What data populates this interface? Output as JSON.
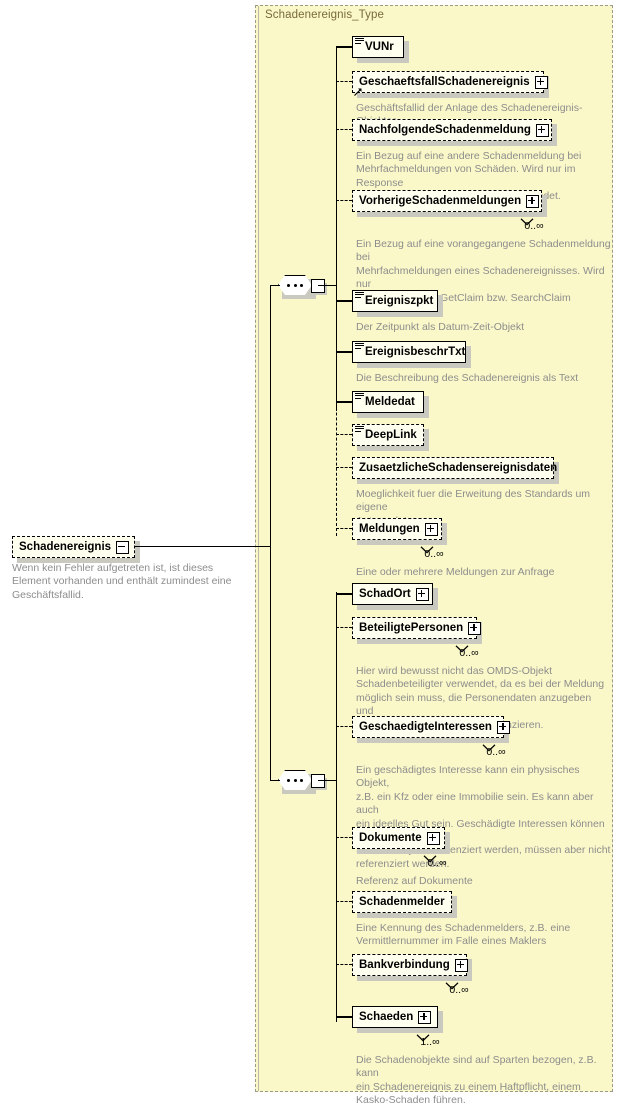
{
  "diagram": {
    "kind": "xsd-schema-diagram",
    "type_panel_title": "Schadenereignis_Type",
    "colors": {
      "panel_bg": "#FAF8C8",
      "node_bg": "#FFFFF0",
      "shadow": "#c9c9bf",
      "annotation_text": "#8d8d8d",
      "title_text": "#7a6a3a",
      "line": "#000000"
    }
  },
  "root": {
    "label": "Schadenereignis",
    "expander": "minus",
    "border": "dashed",
    "annotation": "Wenn kein Fehler aufgetreten ist, ist dieses Element\nvorhanden und enthält zumindest eine Geschäftsfallid."
  },
  "compositors": [
    {
      "name": "sequence-1",
      "symbol": "sequence"
    },
    {
      "name": "sequence-2",
      "symbol": "sequence"
    }
  ],
  "group1": [
    {
      "label": "VUNr",
      "border": "solid",
      "type_icon": "simple-type-icon",
      "expander": "none",
      "cardinality": "",
      "annotation": ""
    },
    {
      "label": "GeschaeftsfallSchadenereignis",
      "border": "dashed",
      "type_icon": "reference-arrow-icon",
      "expander": "plus",
      "cardinality": "",
      "annotation": "Geschäftsfallid der Anlage des Schadenereignis-Objektes"
    },
    {
      "label": "NachfolgendeSchadenmeldung",
      "border": "dashed",
      "type_icon": "none",
      "expander": "plus",
      "cardinality": "",
      "annotation": "Ein Bezug auf eine andere Schadenmeldung bei\nMehrfachmeldungen von Schäden. Wird nur im Response\nvon GetClaim bzw. SearchClaim verwendet."
    },
    {
      "label": "VorherigeSchadenmeldungen",
      "border": "dashed",
      "type_icon": "none",
      "expander": "plus",
      "cardinality": "0..∞",
      "annotation": "Ein Bezug auf eine vorangegangene Schadenmeldung bei\nMehrfachmeldungen eines Schadenereignisses. Wird nur\nim Response von GetClaim bzw. SearchClaim\nverwendet."
    },
    {
      "label": "Ereigniszpkt",
      "border": "solid",
      "type_icon": "simple-type-icon",
      "expander": "none",
      "cardinality": "",
      "annotation": "Der Zeitpunkt als Datum-Zeit-Objekt"
    },
    {
      "label": "EreignisbeschrTxt",
      "border": "solid",
      "type_icon": "simple-type-icon",
      "expander": "none",
      "cardinality": "",
      "annotation": "Die Beschreibung des Schadenereignis als Text"
    },
    {
      "label": "Meldedat",
      "border": "solid",
      "type_icon": "simple-type-icon",
      "expander": "none",
      "cardinality": "",
      "annotation": ""
    },
    {
      "label": "DeepLink",
      "border": "dashed",
      "type_icon": "simple-type-icon",
      "expander": "none",
      "cardinality": "",
      "annotation": ""
    },
    {
      "label": "ZusaetzlicheSchadensereignisdaten",
      "border": "dashed",
      "type_icon": "none",
      "expander": "none",
      "cardinality": "",
      "annotation": "Moeglichkeit fuer die Erweitung des Standards um eigene\nAntragsdaten"
    },
    {
      "label": "Meldungen",
      "border": "dashed",
      "type_icon": "none",
      "expander": "plus",
      "cardinality": "0..∞",
      "annotation": "Eine oder mehrere Meldungen zur Anfrage"
    }
  ],
  "group2": [
    {
      "label": "SchadOrt",
      "border": "solid",
      "type_icon": "none",
      "expander": "plus",
      "cardinality": "",
      "annotation": ""
    },
    {
      "label": "BeteiligtePersonen",
      "border": "dashed",
      "type_icon": "none",
      "expander": "plus",
      "cardinality": "0..∞",
      "annotation": "Hier wird bewusst nicht das OMDS-Objekt\nSchadenbeteiligter verwendet, da es bei der Meldung\nmöglich sein muss, die Personendaten anzugeben und\nnicht nur auf Personen zu referenzieren."
    },
    {
      "label": "GeschaedigteInteressen",
      "border": "dashed",
      "type_icon": "none",
      "expander": "plus",
      "cardinality": "0..∞",
      "annotation": "Ein geschädigtes Interesse kann ein physisches Objekt,\nz.B. ein Kfz oder eine Immobilie sein. Es kann aber auch\nein ideelles Gut sein. Geschädigte Interessen können im\nSchadenobjekt referenziert werden, müssen aber nicht\nreferenziert werden."
    },
    {
      "label": "Dokumente",
      "border": "dashed",
      "type_icon": "none",
      "expander": "plus",
      "cardinality": "0..∞",
      "annotation": "Referenz auf Dokumente"
    },
    {
      "label": "Schadenmelder",
      "border": "dashed",
      "type_icon": "none",
      "expander": "none",
      "cardinality": "",
      "annotation": "Eine Kennung des Schadenmelders, z.B. eine\nVermittlernummer im Falle eines Maklers"
    },
    {
      "label": "Bankverbindung",
      "border": "dashed",
      "type_icon": "none",
      "expander": "plus",
      "cardinality": "0..∞",
      "annotation": ""
    },
    {
      "label": "Schaeden",
      "border": "solid",
      "type_icon": "none",
      "expander": "plus",
      "cardinality": "1..∞",
      "annotation": "Die Schadenobjekte sind auf Sparten bezogen, z.B. kann\nein Schadenereignis zu einem Haftpflicht, einem\nKasko-Schaden führen."
    }
  ]
}
